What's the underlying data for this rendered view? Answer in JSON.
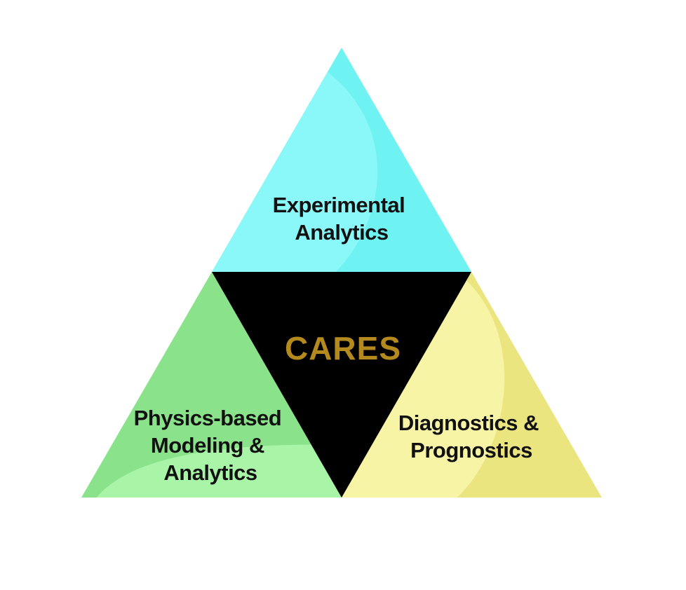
{
  "diagram": {
    "center": {
      "label": "CARES",
      "color": "#B48A1E"
    },
    "segments": {
      "top": {
        "lines": [
          "Experimental",
          "Analytics"
        ],
        "fill": "#6EF2F2",
        "highlight": "#8AF8F8"
      },
      "left": {
        "lines": [
          "Physics-based",
          "Modeling &",
          "Analytics"
        ],
        "fill": "#8AE38A",
        "highlight": "#A8F5A8"
      },
      "right": {
        "lines": [
          "Diagnostics &",
          "Prognostics"
        ],
        "fill": "#EBE580",
        "highlight": "#F8F4A6"
      },
      "middle": {
        "fill": "#000000"
      }
    }
  }
}
